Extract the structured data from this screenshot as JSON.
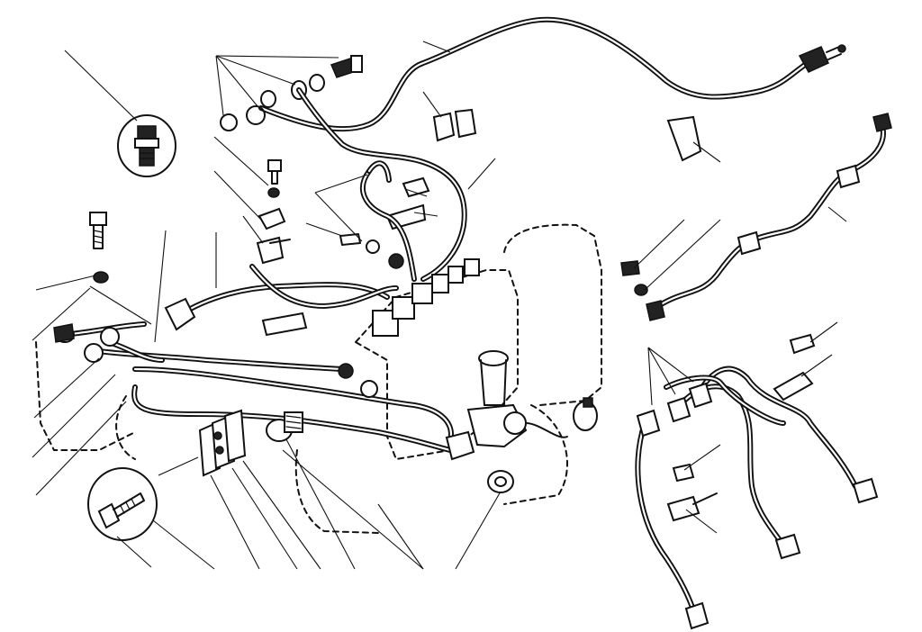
{
  "diagram": {
    "kind": "exploded-parts-drawing",
    "labels": [],
    "colors": {
      "ink": "#111111",
      "paper": "#ffffff"
    },
    "parts": [
      "fuel-pipe",
      "injection-pipe",
      "banjo-bolt",
      "sealing-washer",
      "pipe-clamp",
      "bolt",
      "nut",
      "union-nut",
      "connector-fitting",
      "filter-assembly",
      "injection-pump-outline"
    ]
  }
}
